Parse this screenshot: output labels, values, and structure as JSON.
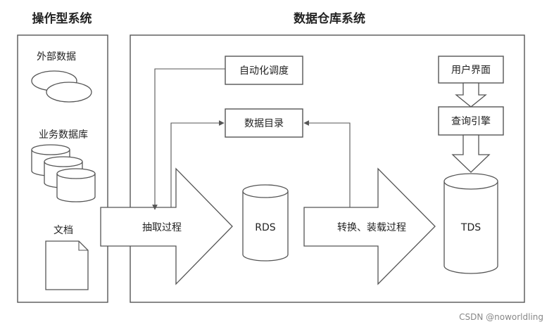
{
  "operational_system": {
    "title": "操作型系统",
    "external_data_label": "外部数据",
    "business_db_label": "业务数据库",
    "documents_label": "文档"
  },
  "data_warehouse": {
    "title": "数据仓库系统",
    "scheduling_label": "自动化调度",
    "data_catalog_label": "数据目录",
    "rds_label": "RDS",
    "tds_label": "TDS",
    "user_interface_label": "用户界面",
    "query_engine_label": "查询引擎"
  },
  "processes": {
    "extraction_label": "抽取过程",
    "transform_load_label": "转换、装载过程"
  },
  "watermark": "CSDN @noworldling"
}
